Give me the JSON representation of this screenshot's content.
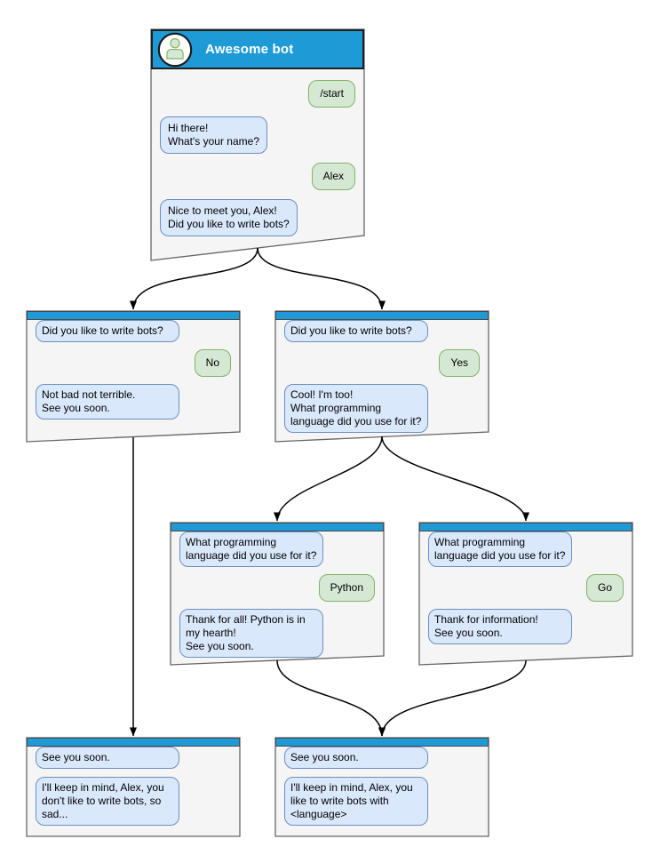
{
  "colors": {
    "header": "#1E9BD7",
    "node_fill": "#F5F5F5",
    "node_stroke": "#666666",
    "bot_fill": "#DAE8FC",
    "bot_stroke": "#6C8EBF",
    "user_fill": "#D5E8D4",
    "user_stroke": "#82B366",
    "arrow": "#000000"
  },
  "nodes": {
    "start": {
      "title": "Awesome bot",
      "messages": [
        {
          "from": "user",
          "text": "/start"
        },
        {
          "from": "bot",
          "text": "Hi there!\nWhat's your name?"
        },
        {
          "from": "user",
          "text": "Alex"
        },
        {
          "from": "bot",
          "text": "Nice to meet you, Alex!\nDid you like to write bots?"
        }
      ]
    },
    "branch_no": {
      "messages": [
        {
          "from": "bot",
          "text": "Did you like to write bots?"
        },
        {
          "from": "user",
          "text": "No"
        },
        {
          "from": "bot",
          "text": "Not bad not terrible.\nSee you soon."
        }
      ]
    },
    "branch_yes": {
      "messages": [
        {
          "from": "bot",
          "text": "Did you like to write bots?"
        },
        {
          "from": "user",
          "text": "Yes"
        },
        {
          "from": "bot",
          "text": "Cool! I'm too!\nWhat programming\nlanguage did you use for it?"
        }
      ]
    },
    "branch_python": {
      "messages": [
        {
          "from": "bot",
          "text": "What programming\nlanguage did you use for it?"
        },
        {
          "from": "user",
          "text": "Python"
        },
        {
          "from": "bot",
          "text": "Thank for all! Python is in\nmy hearth!\nSee you soon."
        }
      ]
    },
    "branch_go": {
      "messages": [
        {
          "from": "bot",
          "text": "What programming\nlanguage did you use for it?"
        },
        {
          "from": "user",
          "text": "Go"
        },
        {
          "from": "bot",
          "text": "Thank for information!\nSee you soon."
        }
      ]
    },
    "end_no": {
      "messages": [
        {
          "from": "bot",
          "text": "See you soon."
        },
        {
          "from": "bot",
          "text": "I'll keep in mind, Alex, you\ndon't like to write bots, so\nsad..."
        }
      ]
    },
    "end_language": {
      "messages": [
        {
          "from": "bot",
          "text": "See you soon."
        },
        {
          "from": "bot",
          "text": "I'll keep in mind, Alex, you\nlike to write bots with\n<language>"
        }
      ]
    }
  },
  "edges": [
    {
      "from": "start",
      "to": "branch_no"
    },
    {
      "from": "start",
      "to": "branch_yes"
    },
    {
      "from": "branch_no",
      "to": "end_no"
    },
    {
      "from": "branch_yes",
      "to": "branch_python"
    },
    {
      "from": "branch_yes",
      "to": "branch_go"
    },
    {
      "from": "branch_python",
      "to": "end_language"
    },
    {
      "from": "branch_go",
      "to": "end_language"
    }
  ]
}
